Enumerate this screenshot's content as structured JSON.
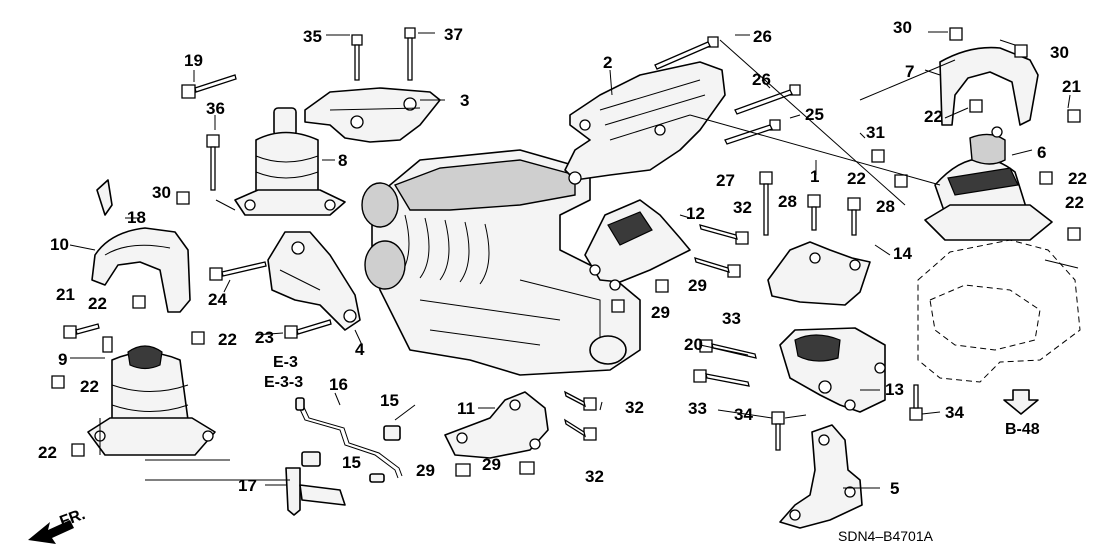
{
  "diagram": {
    "callouts": {
      "c1": "1",
      "c2": "2",
      "c3": "3",
      "c4": "4",
      "c5": "5",
      "c6": "6",
      "c7": "7",
      "c8": "8",
      "c9": "9",
      "c10": "10",
      "c11": "11",
      "c12": "12",
      "c13": "13",
      "c14": "14",
      "c15a": "15",
      "c15b": "15",
      "c16": "16",
      "c17": "17",
      "c18": "18",
      "c19": "19",
      "c20": "20",
      "c21a": "21",
      "c21b": "21",
      "c22a": "22",
      "c22b": "22",
      "c22c": "22",
      "c22d": "22",
      "c22e": "22",
      "c22f": "22",
      "c22g": "22",
      "c22h": "22",
      "c23": "23",
      "c24": "24",
      "c25": "25",
      "c26a": "26",
      "c26b": "26",
      "c27": "27",
      "c28a": "28",
      "c28b": "28",
      "c29a": "29",
      "c29b": "29",
      "c29c": "29",
      "c29d": "29",
      "c30a": "30",
      "c30b": "30",
      "c30c": "30",
      "c31": "31",
      "c32a": "32",
      "c32b": "32",
      "c32c": "32",
      "c33a": "33",
      "c33b": "33",
      "c34a": "34",
      "c34b": "34",
      "c35": "35",
      "c36": "36",
      "c37": "37"
    },
    "references": {
      "e3": "E-3",
      "e33": "E-3-3",
      "b48": "B-48",
      "fr": "FR."
    },
    "diagram_code": "SDN4–B4701A"
  },
  "colors": {
    "ink": "#000000",
    "paper": "#ffffff"
  }
}
